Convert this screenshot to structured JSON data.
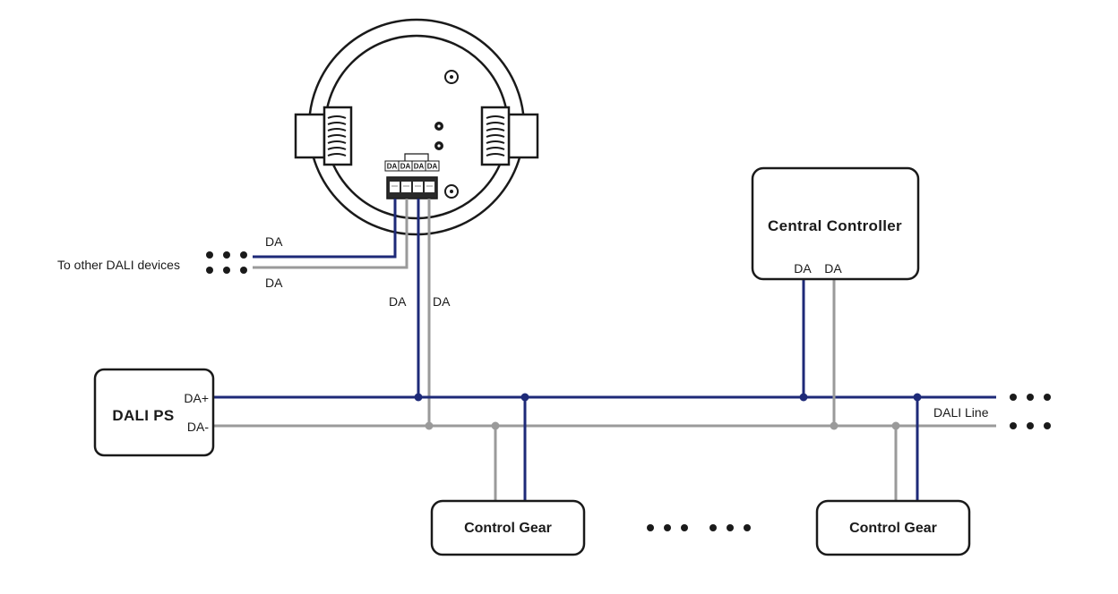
{
  "colors": {
    "da_plus_wire": "#1e2a78",
    "da_minus_wire": "#9a9a9a",
    "outline": "#1a1a1a"
  },
  "sensor": {
    "terminal_labels": [
      "DA",
      "DA",
      "DA",
      "DA"
    ]
  },
  "other_devices": {
    "label": "To other DALI devices",
    "wire_top_label": "DA",
    "wire_bottom_label": "DA"
  },
  "drop_wires": {
    "left_label": "DA",
    "right_label": "DA"
  },
  "psu": {
    "title": "DALI PS",
    "plus_label": "DA+",
    "minus_label": "DA-"
  },
  "controller": {
    "title": "Central Controller",
    "left_label": "DA",
    "right_label": "DA"
  },
  "dali_line": {
    "label": "DALI Line"
  },
  "control_gear_1": {
    "title": "Control Gear"
  },
  "control_gear_2": {
    "title": "Control Gear"
  }
}
